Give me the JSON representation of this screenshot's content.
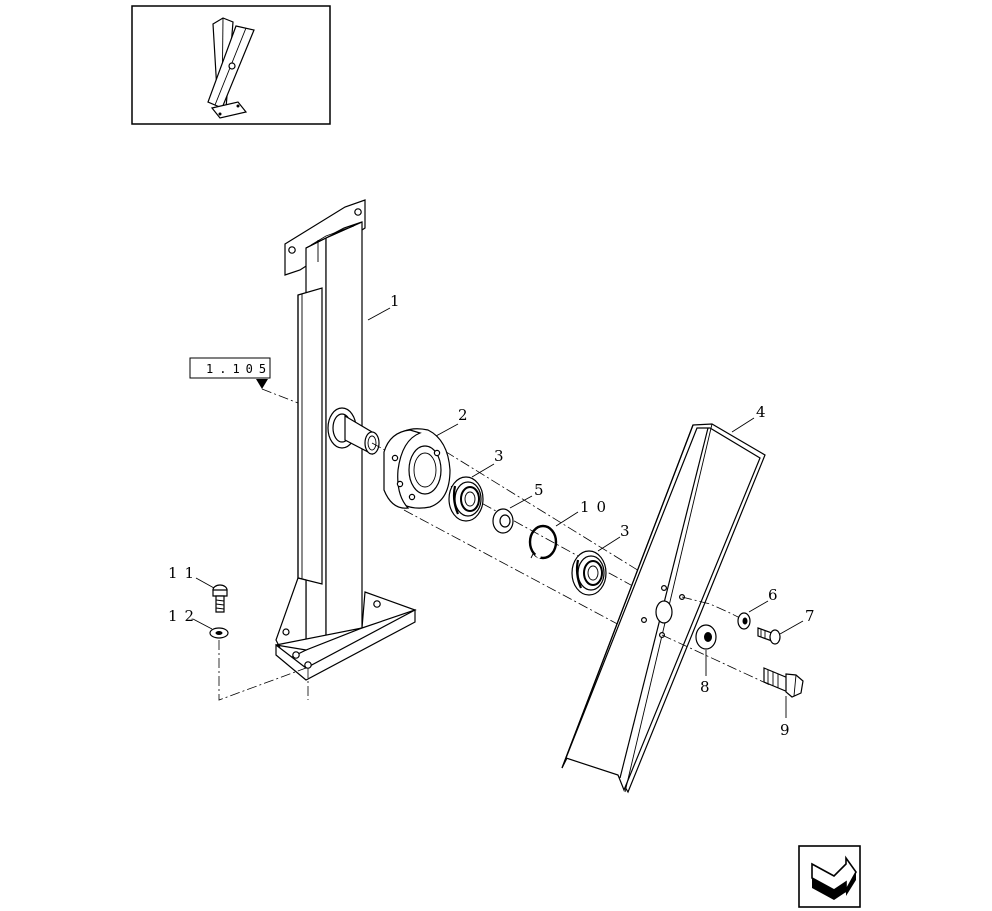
{
  "reference_label": "1.105",
  "callouts": [
    {
      "id": "c1",
      "text": "1"
    },
    {
      "id": "c2",
      "text": "2"
    },
    {
      "id": "c3a",
      "text": "3"
    },
    {
      "id": "c3b",
      "text": "3"
    },
    {
      "id": "c4",
      "text": "4"
    },
    {
      "id": "c5",
      "text": "5"
    },
    {
      "id": "c6",
      "text": "6"
    },
    {
      "id": "c7",
      "text": "7"
    },
    {
      "id": "c8",
      "text": "8"
    },
    {
      "id": "c9",
      "text": "9"
    },
    {
      "id": "c10",
      "text": "10"
    },
    {
      "id": "c11",
      "text": "11"
    },
    {
      "id": "c12",
      "text": "12"
    }
  ],
  "icons": {
    "thumbnail": "assembly-thumbnail-icon",
    "navigation": "back-arrow-icon"
  }
}
